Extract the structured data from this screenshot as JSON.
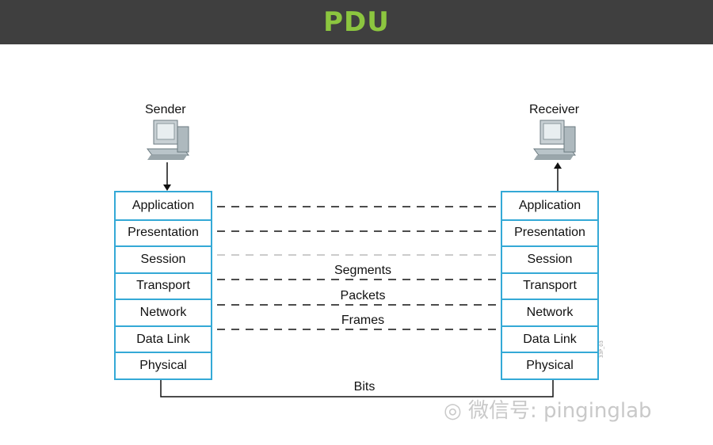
{
  "header": {
    "title": "PDU"
  },
  "sender": {
    "label": "Sender"
  },
  "receiver": {
    "label": "Receiver"
  },
  "layers": [
    "Application",
    "Presentation",
    "Session",
    "Transport",
    "Network",
    "Data Link",
    "Physical"
  ],
  "pdus": {
    "segments": "Segments",
    "packets": "Packets",
    "frames": "Frames",
    "bits": "Bits"
  },
  "figure_code": "33P_03",
  "watermark": "微信号: pinginglab",
  "colors": {
    "banner": "#3f3f3f",
    "title": "#8cc63f",
    "stack_border": "#34a9d6"
  }
}
